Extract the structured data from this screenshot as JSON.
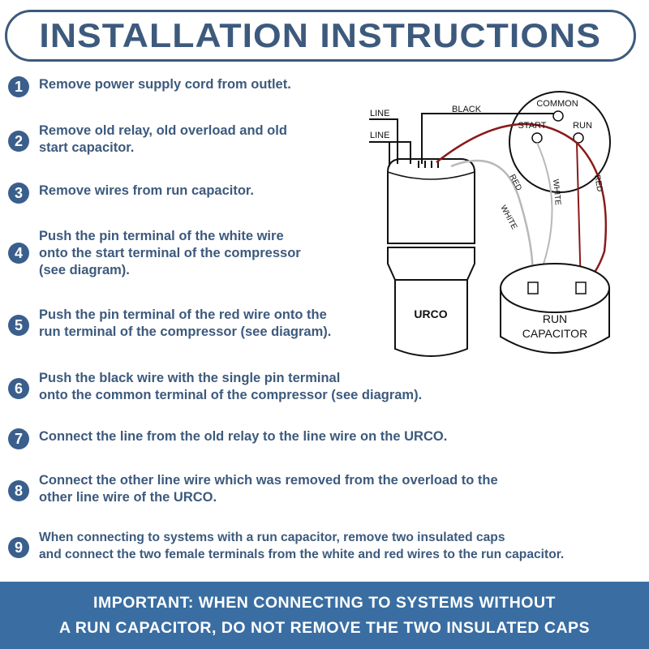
{
  "title": "INSTALLATION INSTRUCTIONS",
  "steps": [
    {
      "num": "1",
      "text": "Remove power supply cord from outlet."
    },
    {
      "num": "2",
      "text": "Remove old relay, old overload and old\nstart capacitor."
    },
    {
      "num": "3",
      "text": "Remove wires from run capacitor."
    },
    {
      "num": "4",
      "text": "Push the pin terminal of the white wire\nonto the start terminal of the compressor\n(see diagram)."
    },
    {
      "num": "5",
      "text": "Push the pin terminal of the red wire onto the\nrun terminal of the compressor (see diagram)."
    },
    {
      "num": "6",
      "text": "Push the black wire with the single pin terminal\nonto the common terminal of the compressor (see diagram)."
    },
    {
      "num": "7",
      "text": "Connect the line from the old relay to the line wire on the URCO."
    },
    {
      "num": "8",
      "text": "Connect the other line wire which was removed from the overload to the\nother line wire of the URCO."
    },
    {
      "num": "9",
      "text": "When connecting to systems with a run capacitor, remove two insulated caps\nand connect the two female terminals from the white and red wires to the run capacitor."
    }
  ],
  "diagram": {
    "line_label_1": "LINE",
    "line_label_2": "LINE",
    "black_label": "BLACK",
    "common_label": "COMMON",
    "start_label": "START",
    "run_label": "RUN",
    "red_label_1": "RED",
    "white_label_1": "WHITE",
    "white_label_2": "WHITE",
    "red_label_2": "RED",
    "urco_label": "URCO",
    "run_capacitor_line1": "RUN",
    "run_capacitor_line2": "CAPACITOR",
    "wire_colors": {
      "black": "#111111",
      "red": "#8b1a1a",
      "white": "#b8b8b8"
    }
  },
  "footer": {
    "line1": "IMPORTANT: WHEN CONNECTING TO SYSTEMS WITHOUT",
    "line2": "A RUN CAPACITOR, DO NOT REMOVE THE TWO INSULATED CAPS"
  },
  "colors": {
    "accent": "#3d5a7d",
    "badge": "#3a5f8c",
    "footer_bg": "#3a6ea3"
  }
}
